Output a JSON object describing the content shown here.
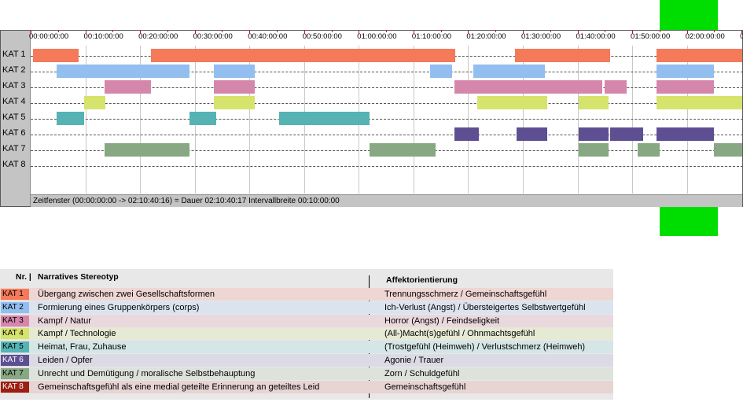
{
  "timeline": {
    "axis_labels": [
      "00:00:00:00",
      "00:10:00:00",
      "00:20:00:00",
      "00:30:00:00",
      "00:40:00:00",
      "00:50:00:00",
      "01:00:00:00",
      "01:10:00:00",
      "01:20:00:00",
      "01:30:00:00",
      "01:40:00:00",
      "01:50:00:00",
      "02:00:00:00",
      "0"
    ],
    "rows": [
      {
        "label": "KAT 1",
        "color": "#f47a5a",
        "segments": [
          [
            0.5,
            8.8
          ],
          [
            22,
            77.7
          ],
          [
            88.5,
            106
          ],
          [
            114.5,
            133
          ]
        ]
      },
      {
        "label": "KAT 2",
        "color": "#92bff0",
        "segments": [
          [
            4.7,
            29
          ],
          [
            33.5,
            41
          ],
          [
            73,
            77
          ],
          [
            81,
            94
          ],
          [
            114.5,
            125
          ]
        ]
      },
      {
        "label": "KAT 3",
        "color": "#d587ab",
        "segments": [
          [
            13.5,
            22
          ],
          [
            33.5,
            41
          ],
          [
            77.5,
            104.5
          ],
          [
            105,
            109
          ],
          [
            114.5,
            125
          ]
        ]
      },
      {
        "label": "KAT 4",
        "color": "#d6e36d",
        "segments": [
          [
            9.8,
            13.6
          ],
          [
            33.5,
            41
          ],
          [
            81.7,
            94.5
          ],
          [
            100.2,
            105.7
          ],
          [
            114.5,
            133
          ]
        ]
      },
      {
        "label": "KAT 5",
        "color": "#55b3b3",
        "segments": [
          [
            4.7,
            9.8
          ],
          [
            29,
            34
          ],
          [
            45.5,
            62
          ]
        ]
      },
      {
        "label": "KAT 6",
        "color": "#5e4f92",
        "segments": [
          [
            77.5,
            82
          ],
          [
            88.8,
            94.5
          ],
          [
            100.2,
            105.7
          ],
          [
            105.9,
            112
          ],
          [
            114.5,
            125
          ]
        ]
      },
      {
        "label": "KAT 7",
        "color": "#88a884",
        "segments": [
          [
            13.5,
            29
          ],
          [
            62,
            74
          ],
          [
            100.2,
            105.7
          ],
          [
            111,
            115
          ],
          [
            125,
            133
          ]
        ]
      },
      {
        "label": "KAT 8",
        "color": "#9b1f12",
        "segments": []
      }
    ],
    "status_text": "Zeitfenster (00:00:00:00 -> 02:10:40:16) = Dauer 02:10:40:17     Intervallbreite 00:10:00:00"
  },
  "legend": {
    "header_nr": "Nr. |",
    "header_stereotyp": "Narratives Stereotyp",
    "header_affekt": "Affektorientierung",
    "rows": [
      {
        "code": "KAT 1",
        "name": "Übergang zwischen zwei Gesellschaftsformen",
        "affekt": "Trennungsschmerz / Gemeinschaftsgefühl",
        "color": "#f47a5a",
        "bg": "#eed6d3"
      },
      {
        "code": "KAT 2",
        "name": "Formierung eines Gruppenkörpers (corps)",
        "affekt": "Ich-Verlust (Angst) / Übersteigertes Selbstwertgefühl",
        "color": "#92bff0",
        "bg": "#dae3ee"
      },
      {
        "code": "KAT 3",
        "name": "Kampf / Natur",
        "affekt": "Horror (Angst) / Feindseligkeit",
        "color": "#d587ab",
        "bg": "#ead8df"
      },
      {
        "code": "KAT 4",
        "name": "Kampf / Technologie",
        "affekt": "(All-)Macht(s)gefühl / Ohnmachtsgefühl",
        "color": "#d6e36d",
        "bg": "#e6e9d4"
      },
      {
        "code": "KAT 5",
        "name": "Heimat, Frau, Zuhause",
        "affekt": "(Trostgefühl (Heimweh) / Verlustschmerz (Heimweh)",
        "color": "#55b3b3",
        "bg": "#d4e6e5"
      },
      {
        "code": "KAT 6",
        "name": "Leiden / Opfer",
        "affekt": "Agonie / Trauer",
        "color": "#5e4f92",
        "bg": "#dcdae4"
      },
      {
        "code": "KAT 7",
        "name": "Unrecht und Demütigung / moralische Selbstbehauptung",
        "affekt": "Zorn / Schuldgefühl",
        "color": "#88a884",
        "bg": "#dde3dc"
      },
      {
        "code": "KAT 8",
        "name": "Gemeinschaftsgefühl als eine medial geteilte Erinnerung an geteiltes Leid",
        "affekt": "Gemeinschaftsgefühl",
        "color": "#9b1f12",
        "bg": "#e8d4d3"
      }
    ]
  }
}
